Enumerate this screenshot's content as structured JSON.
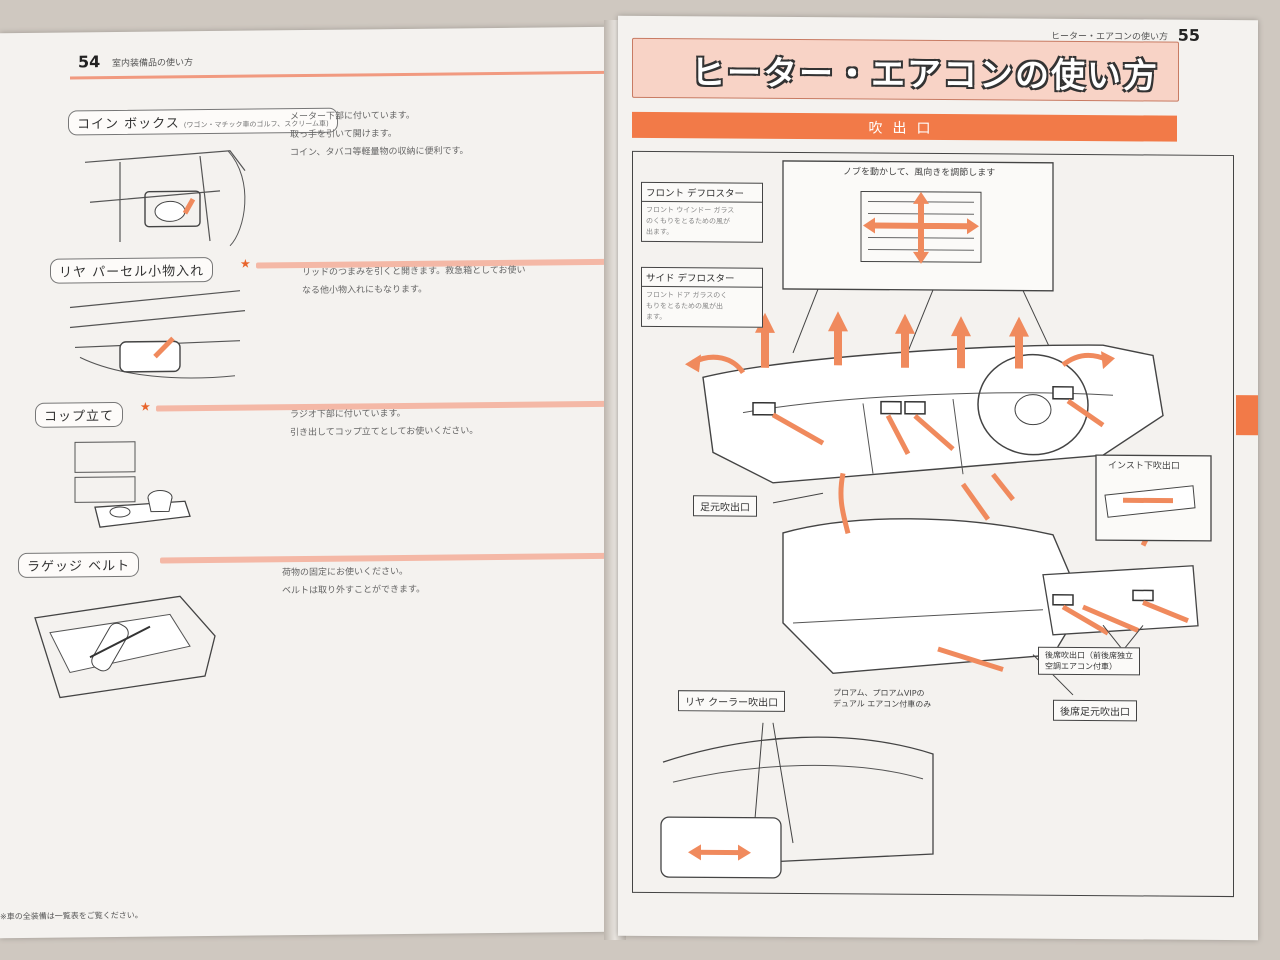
{
  "left_page": {
    "page_number": "54",
    "header_title": "室内装備品の使い方",
    "sections": [
      {
        "label": "コイン ボックス",
        "note": "(ワゴン・マチック車のゴルフ、スクリーム車)",
        "star": "",
        "lines": [
          "メーター下部に付いています。",
          "取っ手を引いて開けます。",
          "コイン、タバコ等軽量物の収納に便利です。"
        ]
      },
      {
        "label": "リヤ パーセル小物入れ",
        "note": "",
        "star": "★",
        "lines": [
          "リッドのつまみを引くと開きます。救急箱としてお使い",
          "なる他小物入れにもなります。"
        ]
      },
      {
        "label": "コップ立て",
        "note": "",
        "star": "★",
        "lines": [
          "ラジオ下部に付いています。",
          "引き出してコップ立てとしてお使いください。"
        ]
      },
      {
        "label": "ラゲッジ ベルト",
        "note": "",
        "star": "",
        "lines": [
          "荷物の固定にお使いください。",
          "ベルトは取り外すことができます。"
        ]
      }
    ],
    "footnote": "※車の全装備は一覧表をご覧ください。"
  },
  "right_page": {
    "header_title": "ヒーター・エアコンの使い方",
    "page_number": "55",
    "main_title": "ヒーター・エアコンの使い方",
    "section_band": "吹出口",
    "callouts": {
      "front_defroster": {
        "title": "フロント デフロスター",
        "body": [
          "フロント ウインドー ガラス",
          "のくもりをとるための風が",
          "出ます。"
        ]
      },
      "side_defroster": {
        "title": "サイド デフロスター",
        "body": [
          "フロント ドア ガラスのく",
          "もりをとるための風が出",
          "ます。"
        ]
      },
      "knob": {
        "title": "ノブを動かして、風向きを調節します"
      },
      "inst_lower": {
        "title": "インスト下吹出口"
      }
    },
    "labels": {
      "foot_outlet": "足元吹出口",
      "rear_seat_outlet": [
        "後席吹出口（前後席独立",
        "空調エアコン付車）"
      ],
      "rear_foot_outlet": "後席足元吹出口",
      "rear_cooler": "リヤ クーラー吹出口",
      "rear_cooler_note": [
        "プロアム、プロアムVIPの",
        "デュアル エアコン付車のみ"
      ]
    },
    "colors": {
      "accent": "#f27a48",
      "arrow": "#f08a5d",
      "title_fill": "#f8d3c6"
    }
  }
}
